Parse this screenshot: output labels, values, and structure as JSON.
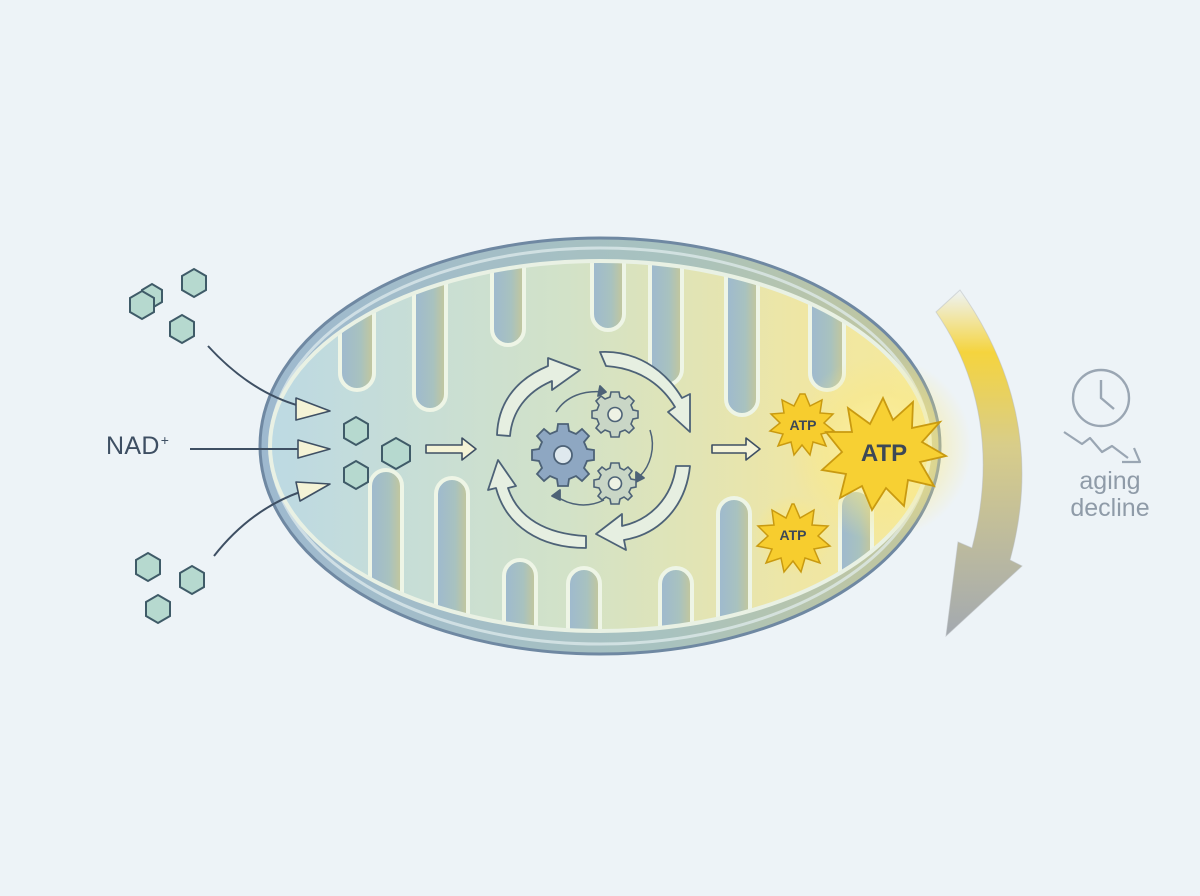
{
  "labels": {
    "nad": "NAD",
    "nad_sup": "+",
    "atp_large": "ATP",
    "atp_small_top": "ATP",
    "atp_small_bottom": "ATP",
    "aging": "aging decline"
  },
  "icons": {
    "molecules": "hexagon-icon",
    "cycle": "cycle-arrows-icon",
    "gears": "gear-icon",
    "clock": "clock-icon",
    "trend": "downward-trend-icon"
  },
  "colors": {
    "background": "#edf3f7",
    "membrane": "#8ba5bf",
    "matrix_blue": "#c2dbe3",
    "matrix_yellow": "#f2e8a8",
    "atp_burst": "#f7cd2e",
    "molecule_fill": "#b6d9cf",
    "molecule_stroke": "#3f5b68",
    "arrow_gray": "#a8b0b8",
    "text_dark": "#3e4f63",
    "text_muted": "#8f9ba8"
  }
}
